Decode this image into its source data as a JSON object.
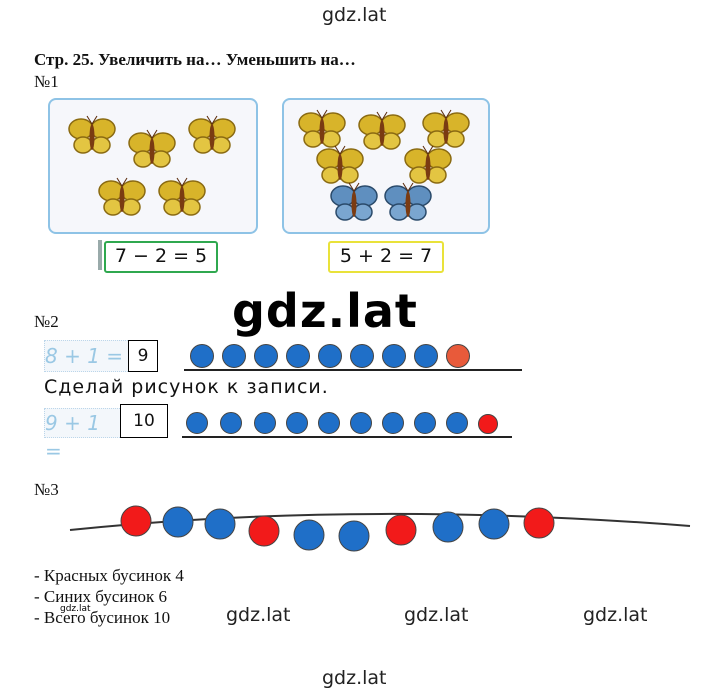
{
  "watermark": "gdz.lat",
  "header": {
    "title": "Стр. 25. Увеличить на… Уменьшить на…"
  },
  "task1": {
    "label": "№1",
    "left_equation": "7 − 2 = 5",
    "right_equation": "5 + 2 = 7",
    "left_border_color": "#2fa84f",
    "right_border_color": "#e9e23a"
  },
  "task2": {
    "label": "№2",
    "row1": {
      "expression": "8 + 1 =",
      "answer": "9",
      "blue": 8,
      "red": 1
    },
    "instruction": "Сделай рисунок к записи.",
    "row2": {
      "expression": "9 + 1 =",
      "answer": "10",
      "blue": 9,
      "red": 1
    }
  },
  "task3": {
    "label": "№3",
    "beads": [
      "red",
      "blue",
      "blue",
      "red",
      "blue",
      "blue",
      "red",
      "blue",
      "blue",
      "red"
    ],
    "lines": [
      "- Красных бусинок 4",
      "- Синих бусинок 6",
      "- Всего бусинок 10"
    ]
  },
  "colors": {
    "bead_blue": "#1f6fc8",
    "bead_red": "#f21a1a",
    "bead_red_muted": "#e85a3a",
    "butterfly_yellow": "#d8b42a",
    "butterfly_blue": "#5f8fbf"
  }
}
